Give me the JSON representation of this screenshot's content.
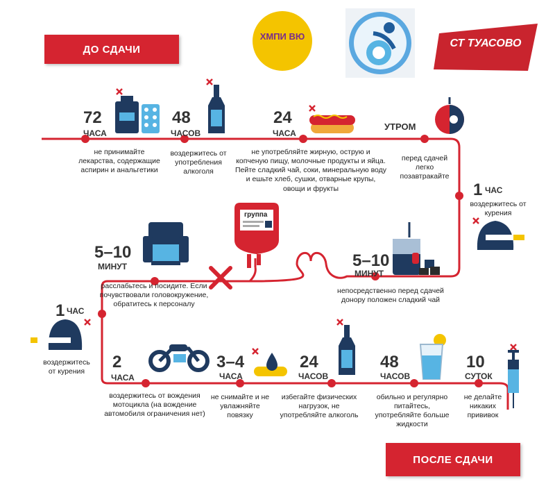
{
  "colors": {
    "accent": "#d52430",
    "navy": "#1f3a5f",
    "sky": "#57b4e3",
    "yellow": "#f4c400"
  },
  "banners": {
    "before": "ДО СДАЧИ",
    "after": "ПОСЛЕ СДАЧИ"
  },
  "logos": {
    "first_text": "ХМПИ ВЮ",
    "third_text": "СТ ТУАСОВО"
  },
  "bag_label": "группа",
  "before": [
    {
      "id": "72h",
      "num": "72",
      "unit": "ЧАСА",
      "desc": "не принимайте лекарства, содержащие аспирин и анальгетики",
      "icon": "medicine-icon"
    },
    {
      "id": "48h",
      "num": "48",
      "unit": "ЧАСОВ",
      "desc": "воздержитесь от употребления алкоголя",
      "icon": "bottle-icon"
    },
    {
      "id": "24h",
      "num": "24",
      "unit": "ЧАСА",
      "desc": "не употребляйте жирную, острую и копченую пищу, молочные продукты и яйца. Пейте сладкий чай, соки, минеральную воду и ешьте хлеб, сушки, отварные крупы, овощи и фрукты",
      "icon": "hotdog-icon"
    },
    {
      "id": "morning",
      "num": "",
      "unit": "УТРОМ",
      "desc": "перед сдачей легко позавтракайте",
      "icon": "apple-icon"
    },
    {
      "id": "1h",
      "num": "1",
      "unit": "ЧАС",
      "desc": "воздержитесь от курения",
      "icon": "cigarette-icon"
    },
    {
      "id": "5-10min",
      "num": "5–10",
      "unit": "МИНУТ",
      "desc": "непосредственно перед сдачей донору положен сладкий чай",
      "icon": "tea-icon"
    }
  ],
  "after": [
    {
      "id": "rest",
      "num": "5–10",
      "unit": "МИНУТ",
      "desc": "расслабьтесь и посидите. Если почувствовали головокружение, обратитесь к персоналу",
      "icon": "armchair-icon"
    },
    {
      "id": "1h",
      "num": "1",
      "unit": "ЧАС",
      "desc": "воздержитесь от курения",
      "icon": "cigarette-icon"
    },
    {
      "id": "2h",
      "num": "2",
      "unit": "ЧАСА",
      "desc": "воздержитесь от вождения мотоцикла (на вождение автомобиля ограничения нет)",
      "icon": "motorcycle-icon"
    },
    {
      "id": "3-4h",
      "num": "3–4",
      "unit": "ЧАСА",
      "desc": "не снимайте и не увлажняйте повязку",
      "icon": "bandage-icon"
    },
    {
      "id": "24h",
      "num": "24",
      "unit": "ЧАСОВ",
      "desc": "избегайте физических нагрузок, не употребляйте алкоголь",
      "icon": "bottle-icon"
    },
    {
      "id": "48h",
      "num": "48",
      "unit": "ЧАСОВ",
      "desc": "обильно и регулярно питайтесь, употребляйте больше жидкости",
      "icon": "water-glass-icon"
    },
    {
      "id": "10d",
      "num": "10",
      "unit": "СУТОК",
      "desc": "не делайте никаких прививок",
      "icon": "syringe-icon"
    }
  ]
}
